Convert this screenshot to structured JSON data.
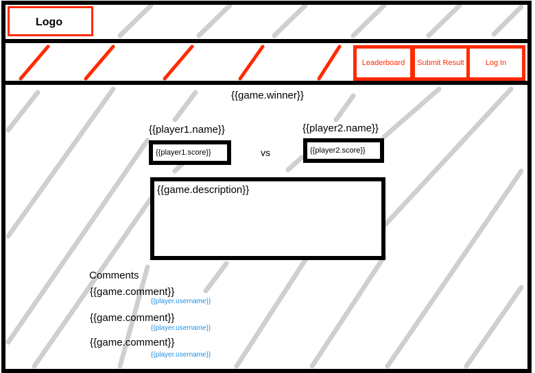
{
  "header": {
    "logo": "Logo"
  },
  "nav": {
    "items": [
      {
        "label": "Leaderboard"
      },
      {
        "label": "Submit Result"
      },
      {
        "label": "Log In"
      }
    ]
  },
  "main": {
    "winner": "{{game.winner}}",
    "player1": {
      "name": "{{player1.name}}",
      "score": "{{player1.score}}"
    },
    "vs": "vs",
    "player2": {
      "name": "{{player2.name}}",
      "score": "{{player2.score}}"
    },
    "description": "{{game.description}}",
    "comments_heading": "Comments",
    "comments": [
      {
        "text": "{{game.comment}}",
        "username": "{{player.username}}"
      },
      {
        "text": "{{game.comment}}",
        "username": "{{player.username}}"
      },
      {
        "text": "{{game.comment}}",
        "username": "{{player.username}}"
      }
    ]
  },
  "colors": {
    "accent": "#ff2a00",
    "link": "#1e8fe6",
    "border": "#000000",
    "hatch": "#cfcfd2"
  }
}
